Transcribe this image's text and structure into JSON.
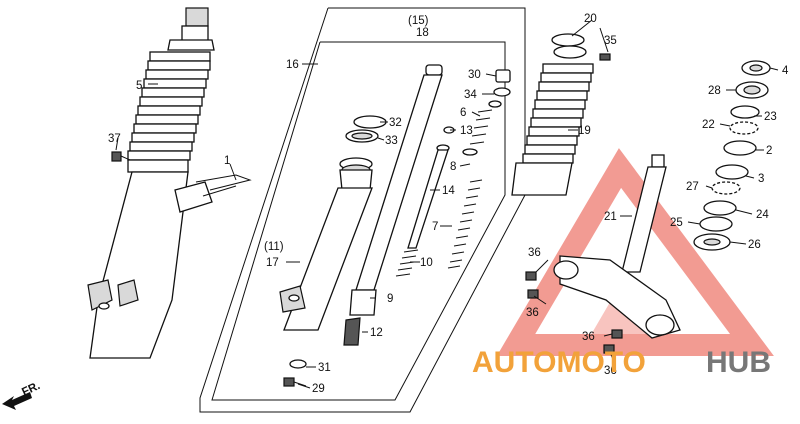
{
  "diagram": {
    "callouts": {
      "c1": "1",
      "c2": "2",
      "c3": "3",
      "c4": "4",
      "c5": "5",
      "c6": "6",
      "c7": "7",
      "c8": "8",
      "c9": "9",
      "c10": "10",
      "c11": "(11)",
      "c12": "12",
      "c13": "13",
      "c14": "14",
      "c15": "(15)",
      "c16": "16",
      "c17": "17",
      "c18": "18",
      "c19": "19",
      "c20": "20",
      "c21": "21",
      "c22": "22",
      "c23": "23",
      "c24": "24",
      "c25": "25",
      "c26": "26",
      "c27": "27",
      "c28": "28",
      "c29": "29",
      "c30": "30",
      "c31": "31",
      "c32": "32",
      "c33": "33",
      "c34": "34",
      "c35": "35",
      "c36a": "36",
      "c36b": "36",
      "c36c": "36",
      "c36d": "36",
      "c37": "37"
    },
    "direction_label": "FR.",
    "colors": {
      "ink": "#111111",
      "watermark": "#e8736a",
      "brand_orange": "#f2a23a",
      "brand_gray": "#777777"
    }
  },
  "watermark": {
    "part1": "AUTOMOTO",
    "part2": "HUB"
  }
}
